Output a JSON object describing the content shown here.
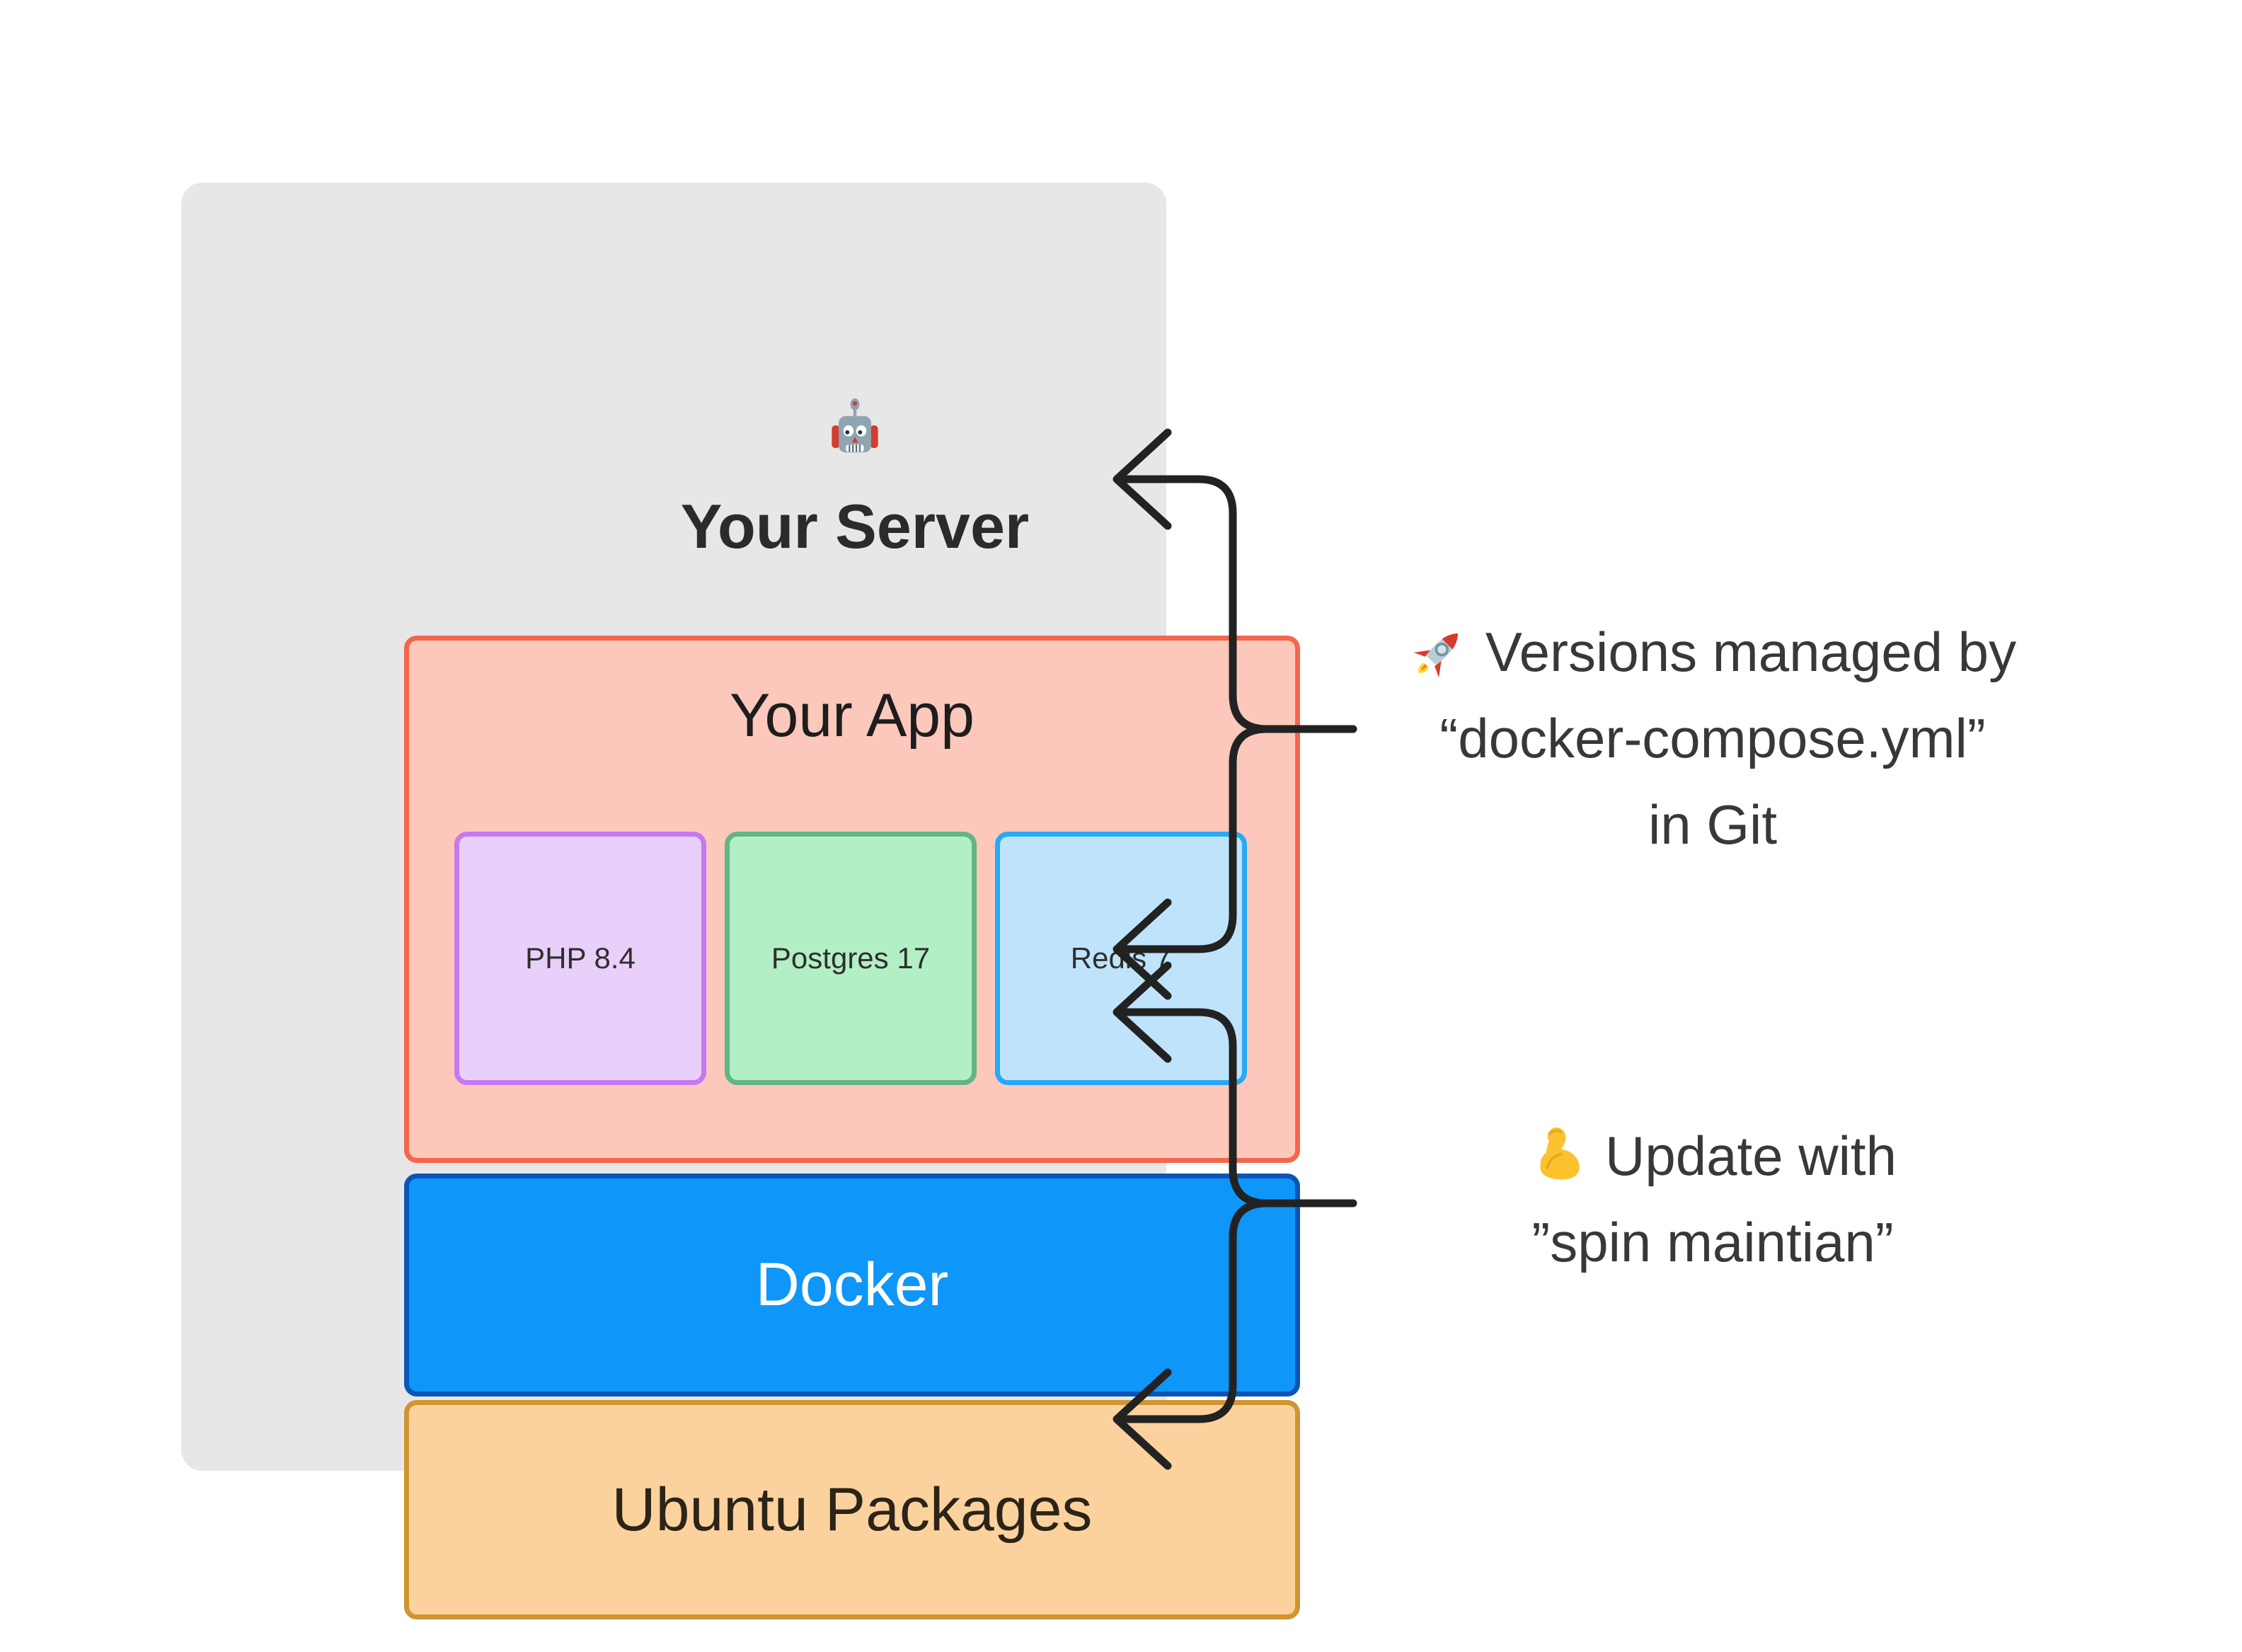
{
  "server": {
    "title": "Your Server",
    "icon": "robot-icon",
    "bg": "#e7e7e7"
  },
  "app": {
    "title": "Your App",
    "bg": "#fcc8bc",
    "border": "#f4674c",
    "services": [
      {
        "label": "PHP 8.4",
        "bg": "#e8d0fa",
        "border": "#c678f0"
      },
      {
        "label": "Postgres 17",
        "bg": "#b3efc4",
        "border": "#62b585"
      },
      {
        "label": "Redis 7",
        "bg": "#c0e3fc",
        "border": "#27a9f5"
      }
    ]
  },
  "docker": {
    "label": "Docker",
    "bg": "#0e96f8",
    "border": "#0c55b7",
    "text_color": "#ffffff"
  },
  "ubuntu": {
    "label": "Ubuntu Packages",
    "bg": "#fbd29e",
    "border": "#d09431"
  },
  "annotations": [
    {
      "icon": "rocket-icon",
      "lines": [
        "Versions managed by",
        "“docker-compose.yml”",
        "in Git"
      ]
    },
    {
      "icon": "muscle-icon",
      "lines": [
        "Update with",
        "”spin maintian”"
      ]
    }
  ],
  "arrow_color": "#222222"
}
